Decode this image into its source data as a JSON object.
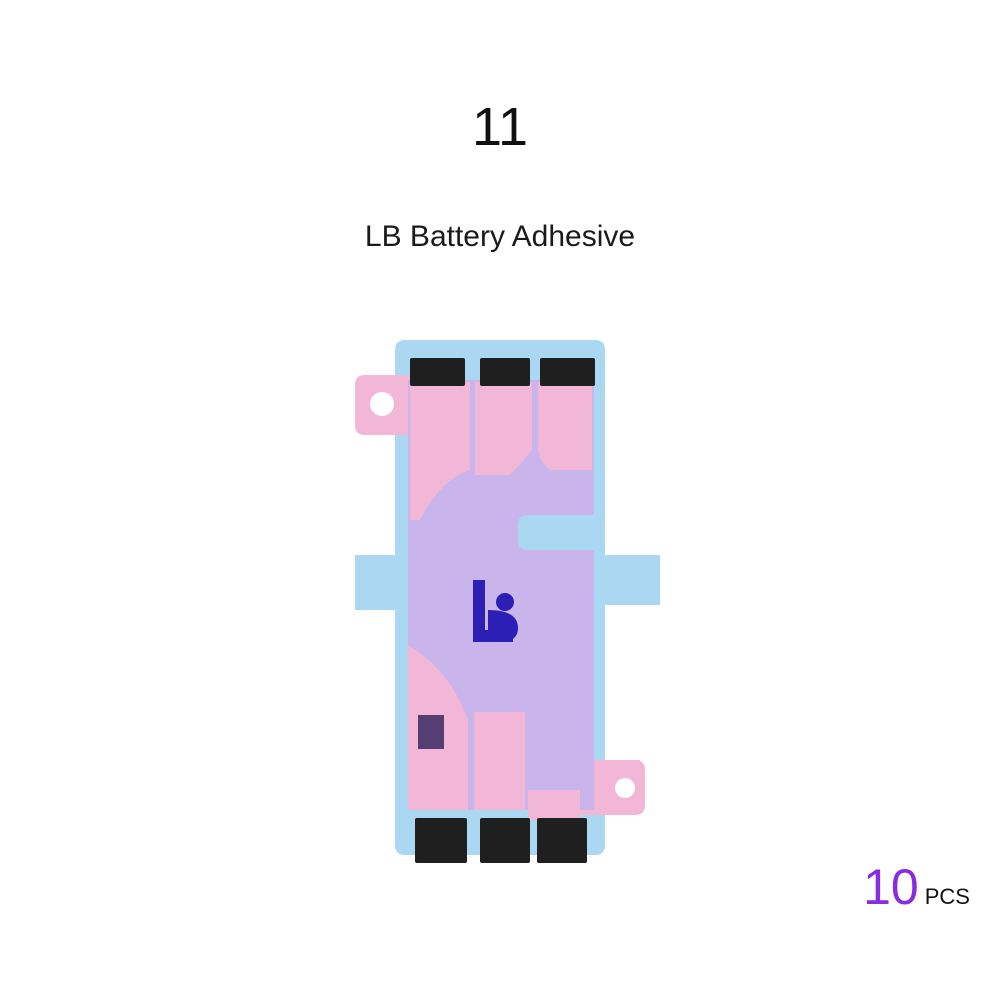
{
  "header": {
    "model": "11",
    "product_name": "LB Battery Adhesive"
  },
  "product": {
    "logo_text": "LB"
  },
  "quantity": {
    "number": "10",
    "unit": "PCS"
  },
  "colors": {
    "qty_number": "#8a2be2",
    "liner": "#aad7f2",
    "adhesive_film": "#c9b4ec",
    "adhesive_pads": "#f2b6d6",
    "pull_tabs": "#1f1f1f",
    "logo": "#2b1fb6"
  }
}
